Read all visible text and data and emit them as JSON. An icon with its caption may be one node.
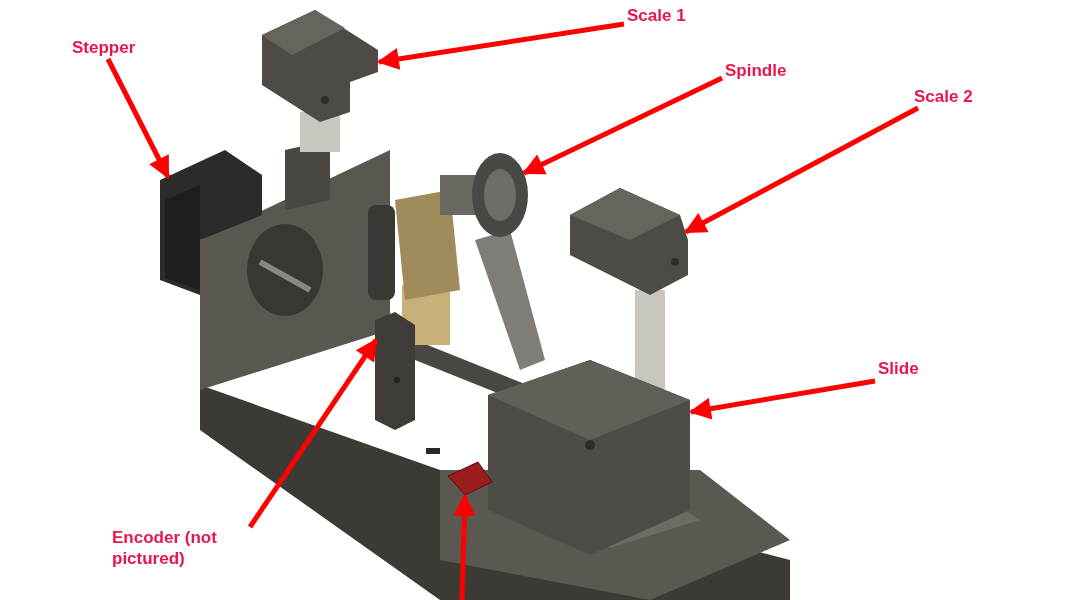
{
  "diagram": {
    "nodes": [
      {
        "text": [
          "Stepper"
        ]
      },
      {
        "text": [
          "Scale 1"
        ]
      },
      {
        "text": [
          "Spindle"
        ]
      },
      {
        "text": [
          "Scale 2"
        ]
      },
      {
        "text": [
          "Slide"
        ]
      },
      {
        "text": [
          "Encoder (not pictured)"
        ]
      },
      {
        "text": [],
        "shape": "picture"
      },
      {
        "text": [],
        "shape": "picture"
      },
      {
        "text": [],
        "shape": "picture"
      },
      {
        "text": [],
        "shape": "picture"
      },
      {
        "text": [],
        "shape": "picture"
      },
      {
        "text": [],
        "shape": "picture"
      },
      {
        "text": [],
        "shape": "picture"
      }
    ],
    "edges": [
      {
        "from": 0,
        "to": 6,
        "arrow": "to"
      },
      {
        "from": 1,
        "to": 7,
        "arrow": "to"
      },
      {
        "from": 2,
        "to": 8,
        "arrow": "to"
      },
      {
        "from": 3,
        "to": 9,
        "arrow": "to"
      },
      {
        "from": 4,
        "to": 10,
        "arrow": "to"
      },
      {
        "from": 5,
        "to": 11,
        "arrow": "to"
      },
      {
        "from": null,
        "to": 12,
        "arrow": "to"
      }
    ]
  }
}
